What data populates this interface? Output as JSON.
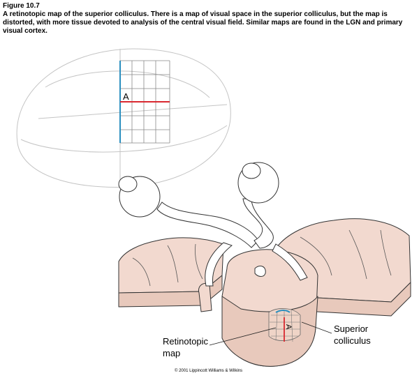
{
  "caption": {
    "figure_number": "Figure 10.7",
    "text": "A retinotopic map of the superior colliculus. There is a map of visual space in the superior colliculus, but the map is distorted, with more tissue devoted to analysis of the central visual field. Similar maps are found in the LGN and primary visual cortex."
  },
  "grid_label": "A",
  "map_label": "A",
  "labels": {
    "superior_1": "Superior",
    "superior_2": "colliculus",
    "retino_1": "Retinotopic",
    "retino_2": "map"
  },
  "copyright": "© 2001 Lippincott Williams & Wilkins",
  "colors": {
    "tissue": "#f2d9cf",
    "blue": "#2a8fbf",
    "red": "#d9282f",
    "outline": "#444444"
  }
}
